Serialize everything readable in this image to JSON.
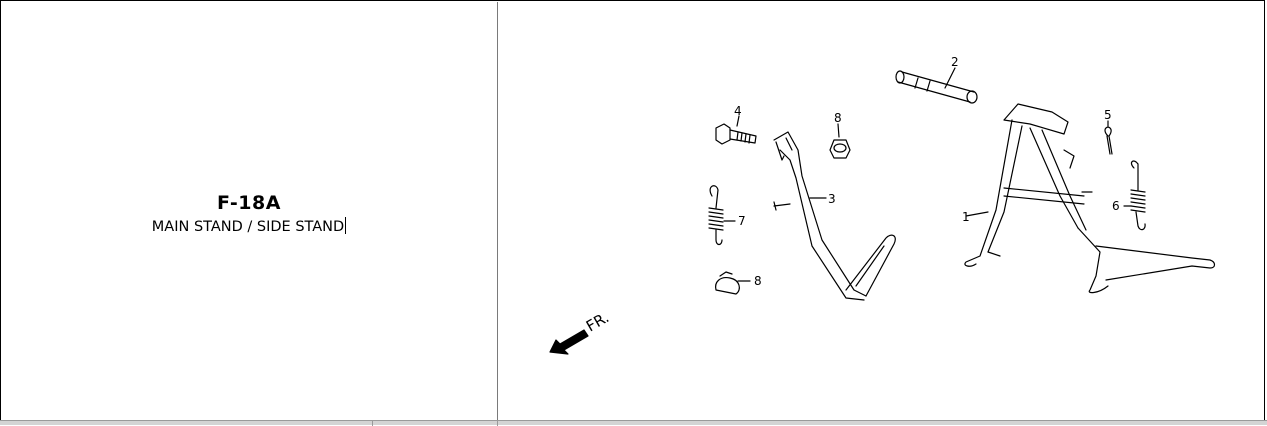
{
  "header": {
    "code": "F-18A",
    "name": "MAIN STAND / SIDE STAND"
  },
  "diagram": {
    "callouts": [
      "1",
      "2",
      "3",
      "4",
      "5",
      "6",
      "7",
      "8",
      "8"
    ],
    "direction_label": "FR."
  }
}
